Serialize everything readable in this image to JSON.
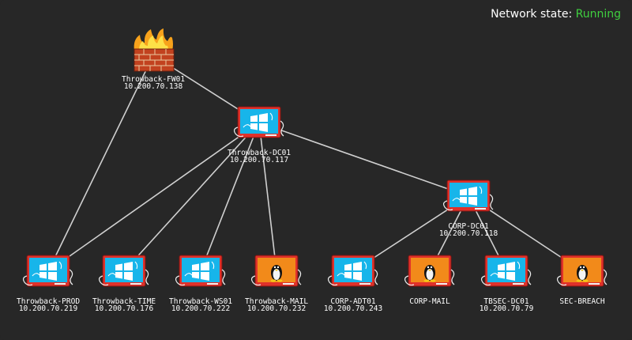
{
  "status": {
    "label": "Network state:",
    "value": "Running",
    "value_color": "#3fcf3f"
  },
  "nodes": [
    {
      "id": "fw01",
      "name": "Throwback-FW01",
      "ip": "10.200.70.138",
      "icon": "firewall-icon"
    },
    {
      "id": "dc01",
      "name": "Throwback-DC01",
      "ip": "10.200.70.117",
      "icon": "windows-monitor-icon"
    },
    {
      "id": "corpdc01",
      "name": "CORP-DC01",
      "ip": "10.200.70.118",
      "icon": "windows-monitor-icon"
    },
    {
      "id": "prod",
      "name": "Throwback-PROD",
      "ip": "10.200.70.219",
      "icon": "windows-monitor-icon"
    },
    {
      "id": "time",
      "name": "Throwback-TIME",
      "ip": "10.200.70.176",
      "icon": "windows-monitor-icon"
    },
    {
      "id": "ws01",
      "name": "Throwback-WS01",
      "ip": "10.200.70.222",
      "icon": "windows-monitor-icon"
    },
    {
      "id": "mail",
      "name": "Throwback-MAIL",
      "ip": "10.200.70.232",
      "icon": "linux-monitor-icon"
    },
    {
      "id": "corpadt01",
      "name": "CORP-ADT01",
      "ip": "10.200.70.243",
      "icon": "windows-monitor-icon"
    },
    {
      "id": "corpmail",
      "name": "CORP-MAIL",
      "ip": "",
      "icon": "linux-monitor-icon"
    },
    {
      "id": "tbsecdc01",
      "name": "TBSEC-DC01",
      "ip": "10.200.70.79",
      "icon": "windows-monitor-icon"
    },
    {
      "id": "secbreach",
      "name": "SEC-BREACH",
      "ip": "",
      "icon": "linux-monitor-icon"
    }
  ],
  "links": [
    [
      "fw01",
      "dc01"
    ],
    [
      "fw01",
      "prod"
    ],
    [
      "dc01",
      "prod"
    ],
    [
      "dc01",
      "time"
    ],
    [
      "dc01",
      "ws01"
    ],
    [
      "dc01",
      "mail"
    ],
    [
      "dc01",
      "corpdc01"
    ],
    [
      "corpdc01",
      "corpadt01"
    ],
    [
      "corpdc01",
      "corpmail"
    ],
    [
      "corpdc01",
      "tbsecdc01"
    ],
    [
      "corpdc01",
      "secbreach"
    ]
  ],
  "colors": {
    "background": "#272727",
    "link": "#d0d0d0",
    "label": "#ffffff",
    "monitor_frame": "#e0312a",
    "windows_screen": "#17b5ea",
    "linux_screen": "#f28a1a"
  }
}
